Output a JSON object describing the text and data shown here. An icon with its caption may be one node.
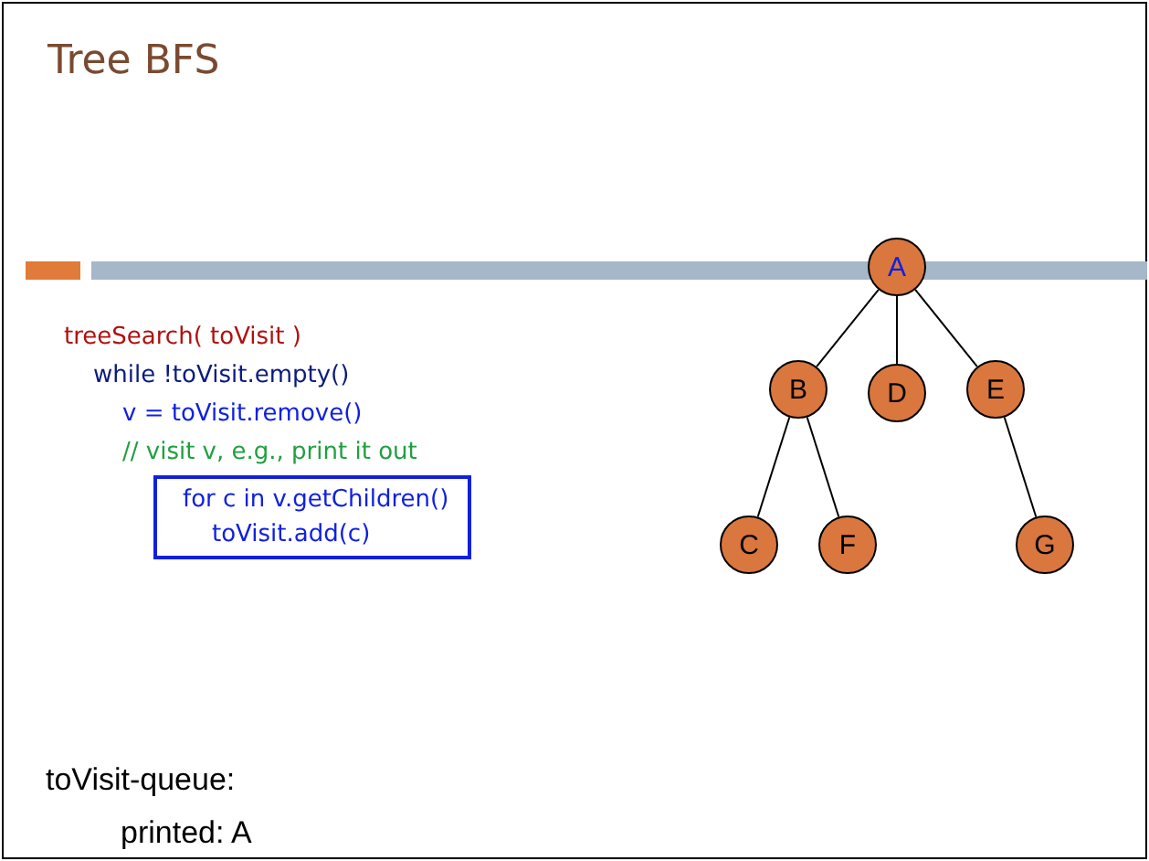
{
  "diagram": {
    "title": "Tree BFS",
    "nodes": [
      {
        "text": [
          "for c in v.getChildren()",
          "toVisit.add(c)"
        ]
      },
      {
        "text": [
          "A"
        ]
      },
      {
        "text": [
          "B"
        ]
      },
      {
        "text": [
          "D"
        ]
      },
      {
        "text": [
          "E"
        ]
      },
      {
        "text": [
          "C"
        ]
      },
      {
        "text": [
          "F"
        ]
      },
      {
        "text": [
          "G"
        ]
      }
    ],
    "edges": [
      {
        "from": 1,
        "to": 2,
        "arrow": "none"
      },
      {
        "from": 1,
        "to": 3,
        "arrow": "none"
      },
      {
        "from": 1,
        "to": 4,
        "arrow": "none"
      },
      {
        "from": 2,
        "to": 5,
        "arrow": "none"
      },
      {
        "from": 2,
        "to": 6,
        "arrow": "none"
      },
      {
        "from": 4,
        "to": 7,
        "arrow": "none"
      }
    ],
    "labels": [
      "treeSearch( toVisit )",
      "while !toVisit.empty()",
      "v = toVisit.remove()",
      "// visit v, e.g., print it out",
      "toVisit-queue:",
      "printed: A"
    ]
  }
}
